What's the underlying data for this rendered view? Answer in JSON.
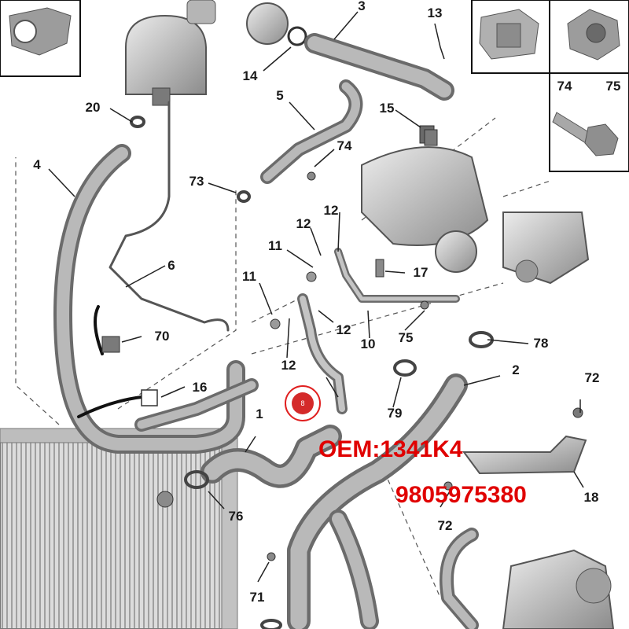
{
  "callouts": {
    "c1": "1",
    "c2": "2",
    "c3": "3",
    "c4": "4",
    "c5": "5",
    "c6": "6",
    "c8": "8",
    "c10": "10",
    "c11a": "11",
    "c11b": "11",
    "c12a": "12",
    "c12b": "12",
    "c12c": "12",
    "c12d": "12",
    "c13": "13",
    "c14": "14",
    "c15": "15",
    "c16": "16",
    "c17": "17",
    "c18": "18",
    "c20": "20",
    "c70": "70",
    "c71": "71",
    "c72a": "72",
    "c72b": "72",
    "c73": "73",
    "c74a": "74",
    "c74b": "74",
    "c75a": "75",
    "c75b": "75",
    "c76": "76",
    "c78": "78",
    "c79": "79"
  },
  "overlay": {
    "oem_label": "OEM:1341K4",
    "part_number": "9805975380"
  },
  "colors": {
    "overlay_text": "#e00000",
    "marker": "#d42a2a",
    "part_fill": "#a8a8a8",
    "line": "#222222"
  }
}
